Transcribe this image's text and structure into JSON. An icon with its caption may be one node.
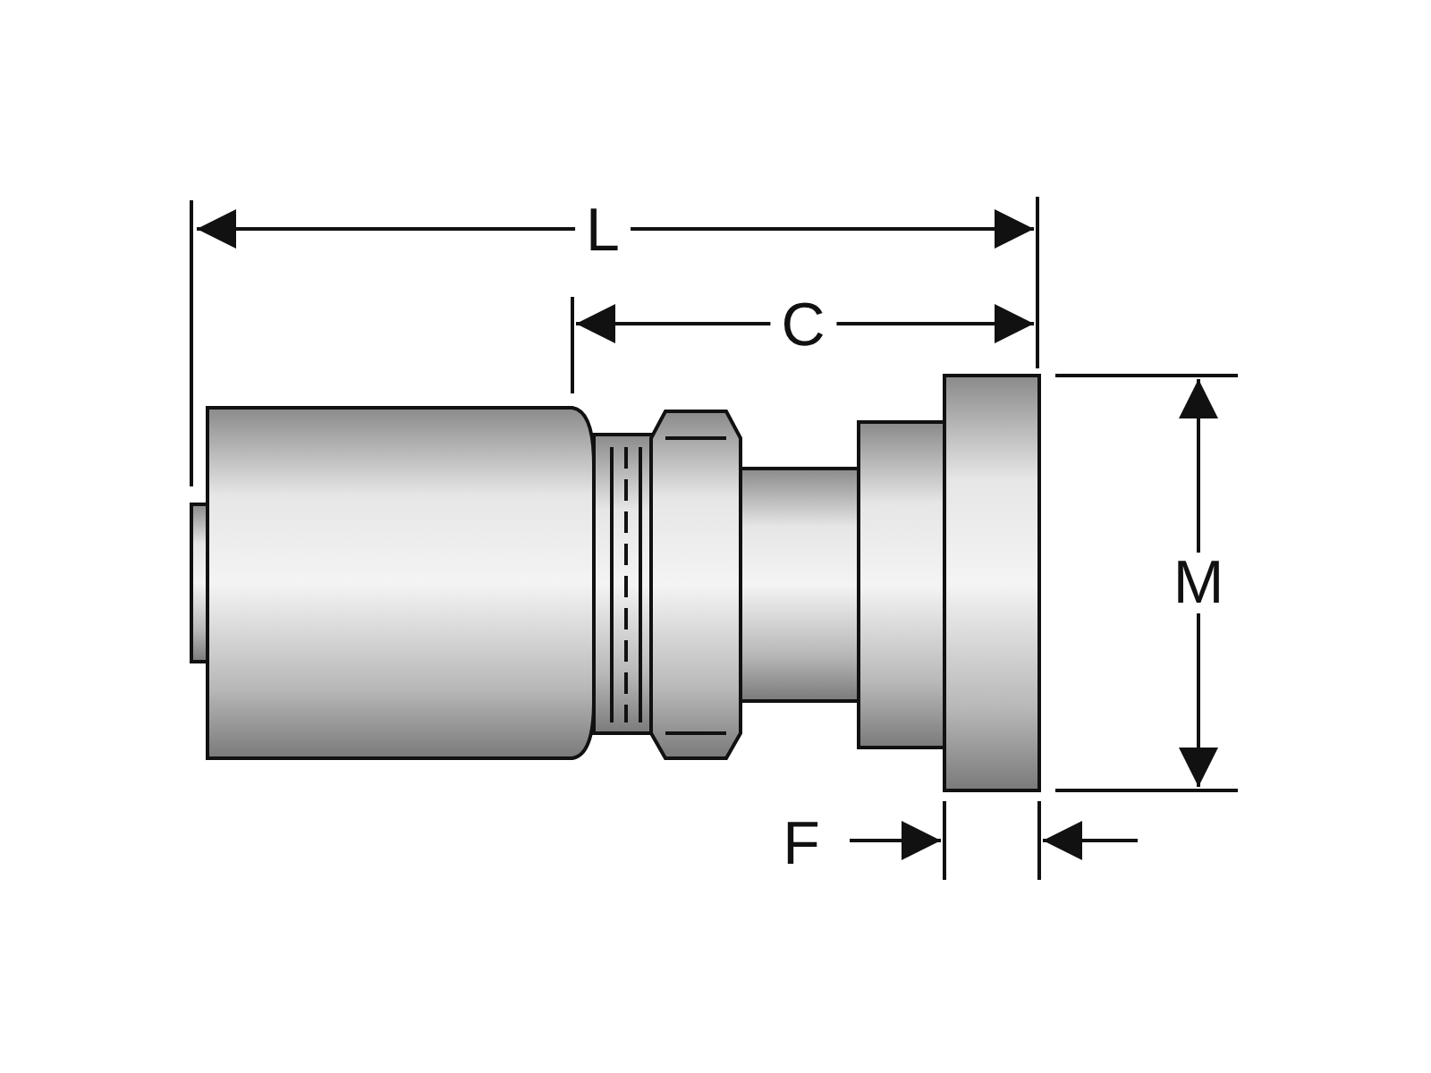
{
  "diagram": {
    "labels": [
      "L",
      "C",
      "M",
      "F"
    ]
  }
}
